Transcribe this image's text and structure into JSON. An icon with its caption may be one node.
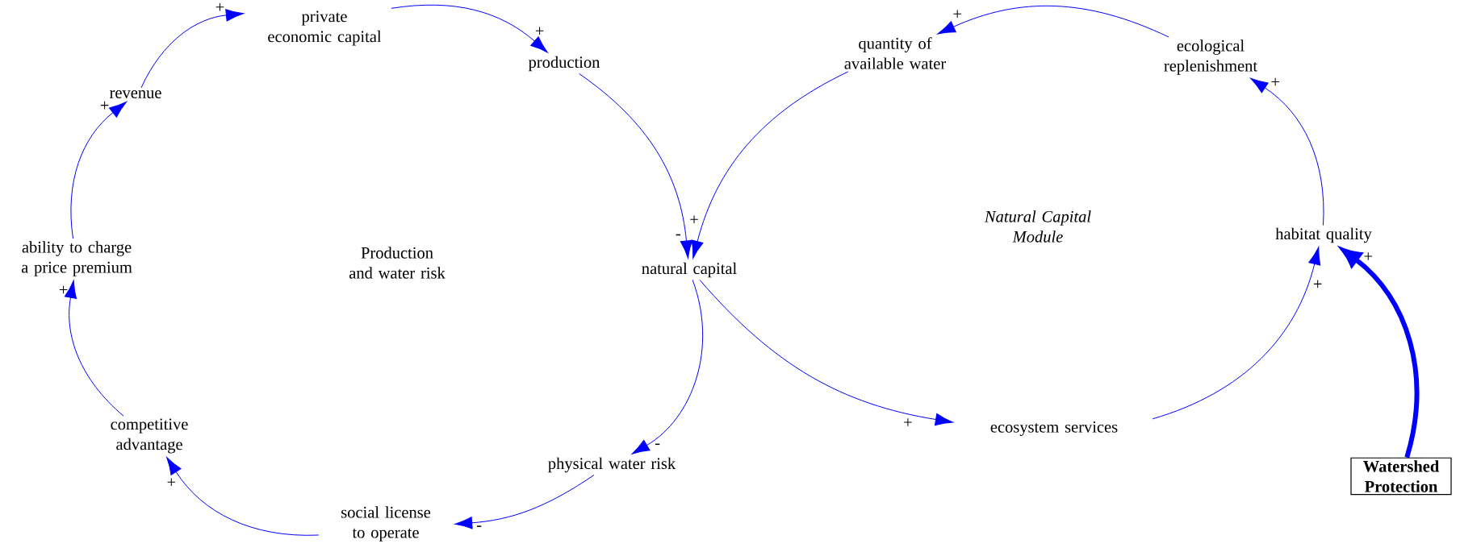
{
  "diagram": {
    "nodes": [
      {
        "text": [
          "private economic capital"
        ]
      },
      {
        "text": [
          "production"
        ]
      },
      {
        "text": [
          "natural capital"
        ]
      },
      {
        "text": [
          "physical water risk"
        ]
      },
      {
        "text": [
          "social license to operate"
        ]
      },
      {
        "text": [
          "competitive advantage"
        ]
      },
      {
        "text": [
          "ability to charge a price premium"
        ]
      },
      {
        "text": [
          "revenue"
        ]
      },
      {
        "text": [
          "quantity of available water"
        ]
      },
      {
        "text": [
          "ecological replenishment"
        ]
      },
      {
        "text": [
          "habitat quality"
        ]
      },
      {
        "text": [
          "ecosystem services"
        ]
      },
      {
        "text": [
          "Watershed Protection"
        ]
      }
    ],
    "edges": [
      {
        "from": 7,
        "to": 0,
        "arrow": "to",
        "label": "+"
      },
      {
        "from": 0,
        "to": 1,
        "arrow": "to",
        "label": "+"
      },
      {
        "from": 1,
        "to": 2,
        "arrow": "to",
        "label": "-"
      },
      {
        "from": 8,
        "to": 2,
        "arrow": "to",
        "label": "+"
      },
      {
        "from": 2,
        "to": 3,
        "arrow": "to",
        "label": "-"
      },
      {
        "from": 3,
        "to": 4,
        "arrow": "to",
        "label": "-"
      },
      {
        "from": 4,
        "to": 5,
        "arrow": "to",
        "label": "+"
      },
      {
        "from": 5,
        "to": 6,
        "arrow": "to",
        "label": "+"
      },
      {
        "from": 6,
        "to": 7,
        "arrow": "to",
        "label": "+"
      },
      {
        "from": 2,
        "to": 11,
        "arrow": "to",
        "label": "+"
      },
      {
        "from": 11,
        "to": 10,
        "arrow": "to",
        "label": "+"
      },
      {
        "from": 10,
        "to": 9,
        "arrow": "to",
        "label": "+"
      },
      {
        "from": 9,
        "to": 8,
        "arrow": "to",
        "label": "+"
      },
      {
        "from": 12,
        "to": 10,
        "arrow": "to",
        "label": "+",
        "style": "thick"
      }
    ],
    "labels": [
      "Production and water risk",
      "*Natural Capital Module*"
    ]
  }
}
